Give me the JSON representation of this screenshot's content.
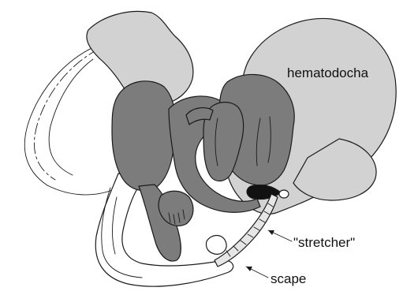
{
  "labels": {
    "hematodocha": "hematodocha",
    "stretcher": "\"stretcher\"",
    "scape": "scape"
  },
  "colors": {
    "background": "#ffffff",
    "membrane": "#d2d2d2",
    "sclerite": "#7c7c7c",
    "dark_tip": "#111111",
    "outline": "#1a1a1a"
  }
}
